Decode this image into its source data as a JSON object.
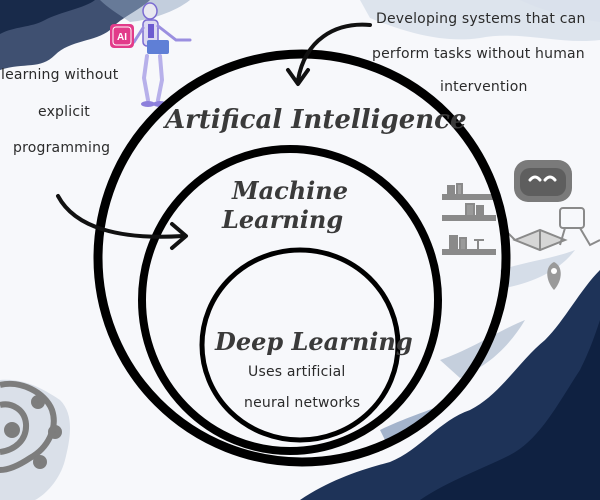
{
  "diagram": {
    "circles": [
      {
        "label": "Artifical Intelligence"
      },
      {
        "label_line1": "Machine",
        "label_line2": "Learning"
      },
      {
        "label": "Deep Learning",
        "caption_line1": "Uses artificial",
        "caption_line2": "neural networks"
      }
    ],
    "annotations": {
      "ai_line1": "Developing systems that can",
      "ai_line2": "perform tasks without human",
      "ai_line3": "intervention",
      "ml_line1": "learning without",
      "ml_line2": "explicit",
      "ml_line3": "programming"
    },
    "icons": [
      "robot-figure-icon",
      "ai-chip-icon",
      "bookshelf-icon",
      "robot-head-icon",
      "reading-robot-icon",
      "location-pin-icon",
      "brain-gear-icon"
    ],
    "colors": {
      "ring": "#000000",
      "paint_navy": "#1e3358",
      "paint_light": "#b8c4d6",
      "chip_pink": "#e23b8a",
      "robot_purple": "#7a6bd1"
    }
  }
}
